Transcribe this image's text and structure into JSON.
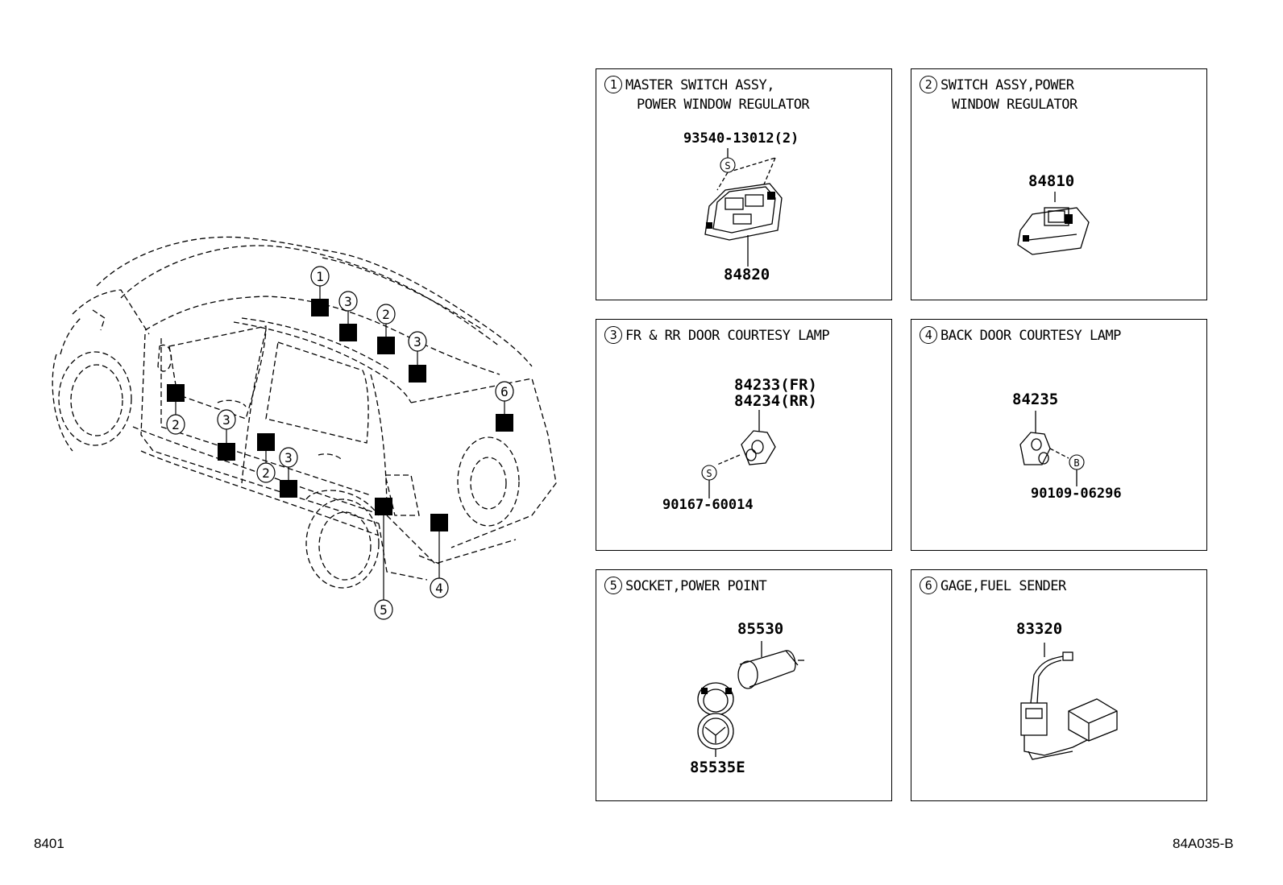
{
  "car": {
    "callouts": [
      "1",
      "3",
      "2",
      "3",
      "2",
      "3",
      "2",
      "3",
      "6",
      "5",
      "4"
    ]
  },
  "panels": [
    {
      "num": "1",
      "title_line1": "MASTER SWITCH ASSY,",
      "title_line2": "POWER WINDOW REGULATOR",
      "parts": [
        "93540-13012(2)",
        "84820"
      ],
      "marker": "S"
    },
    {
      "num": "2",
      "title_line1": "SWITCH ASSY,POWER",
      "title_line2": "WINDOW REGULATOR",
      "parts": [
        "84810"
      ]
    },
    {
      "num": "3",
      "title_line1": "FR & RR DOOR COURTESY LAMP",
      "title_line2": "",
      "parts": [
        "84233(FR)",
        "84234(RR)",
        "90167-60014"
      ],
      "marker": "S"
    },
    {
      "num": "4",
      "title_line1": "BACK DOOR COURTESY LAMP",
      "title_line2": "",
      "parts": [
        "84235",
        "90109-06296"
      ],
      "marker": "B"
    },
    {
      "num": "5",
      "title_line1": "SOCKET,POWER POINT",
      "title_line2": "",
      "parts": [
        "85530",
        "85535E"
      ]
    },
    {
      "num": "6",
      "title_line1": "GAGE,FUEL SENDER",
      "title_line2": "",
      "parts": [
        "83320"
      ]
    }
  ],
  "footer": {
    "left_code": "8401",
    "right_code": "84A035-B"
  }
}
